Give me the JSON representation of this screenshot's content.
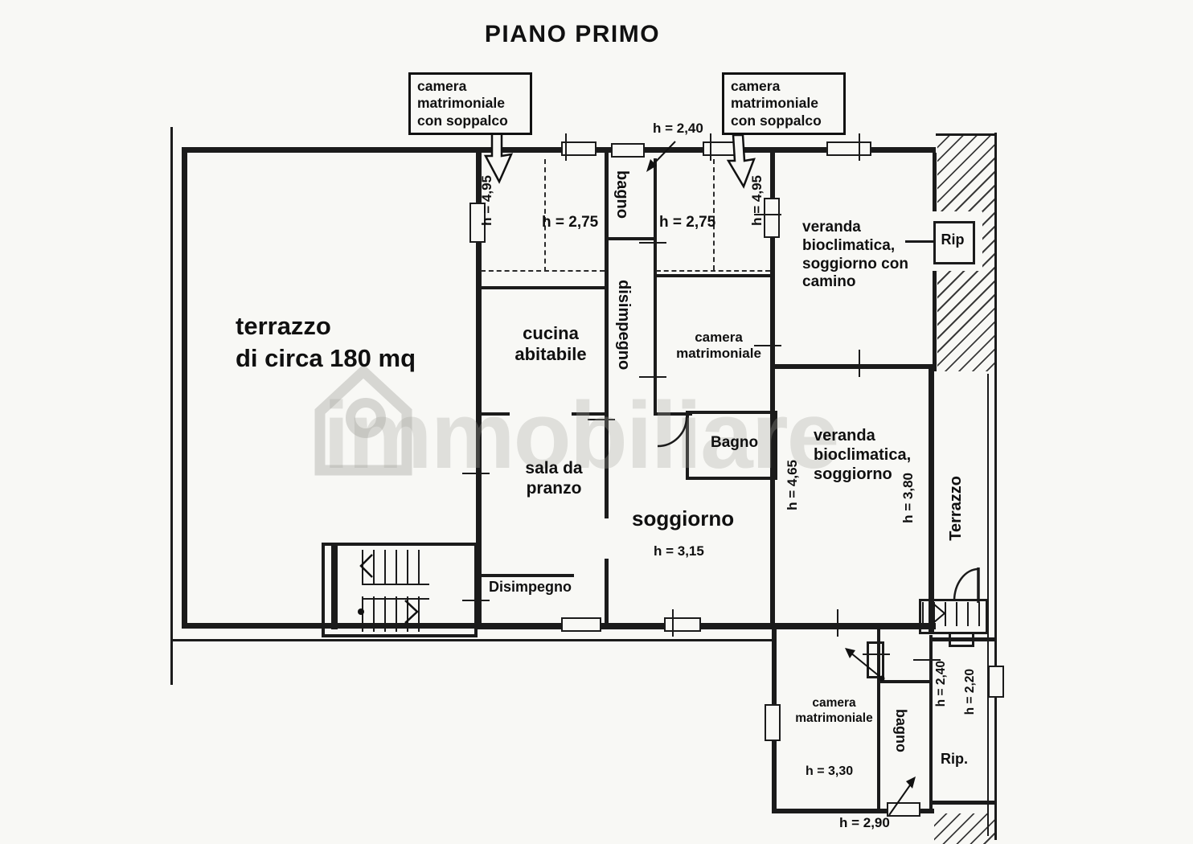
{
  "page": {
    "title": "PIANO PRIMO",
    "watermark": "immobiliare",
    "background": "#f8f8f5",
    "ink": "#1b1b1b"
  },
  "callouts": {
    "left": "camera\nmatrimoniale\ncon soppalco",
    "right": "camera\nmatrimoniale\ncon soppalco"
  },
  "labels": {
    "terrazzo_big": "terrazzo\ndi circa 180 mq",
    "cucina": "cucina\nabitabile",
    "sala_pranzo": "sala da\npranzo",
    "soggiorno": "soggiorno",
    "disimpegno_sud": "Disimpegno",
    "disimpegno_vert": "disimpegno",
    "bagno_nord": "bagno",
    "bagno_centro": "Bagno",
    "bagno_sud": "bagno",
    "camera_centro": "camera\nmatrimoniale",
    "camera_sud": "camera\nmatrimoniale",
    "veranda_nord": "veranda\nbioclimatica,\nsoggiorno con\ncamino",
    "veranda_sud": "veranda\nbioclimatica,\nsoggiorno",
    "rip_nord": "Rip",
    "rip_sud": "Rip.",
    "terrazzo_est": "Terrazzo"
  },
  "heights": {
    "h240_nord": "h = 2,40",
    "h495_sx": "h = 4,95",
    "h275_sx": "h = 2,75",
    "h275_dx": "h = 2,75",
    "h495_dx": "h = 4,95",
    "h315": "h = 3,15",
    "h465": "h = 4,65",
    "h380": "h = 3,80",
    "h330": "h = 3,30",
    "h240_sud": "h = 2,40",
    "h220_sud": "h = 2,20",
    "h290": "h = 2,90"
  }
}
